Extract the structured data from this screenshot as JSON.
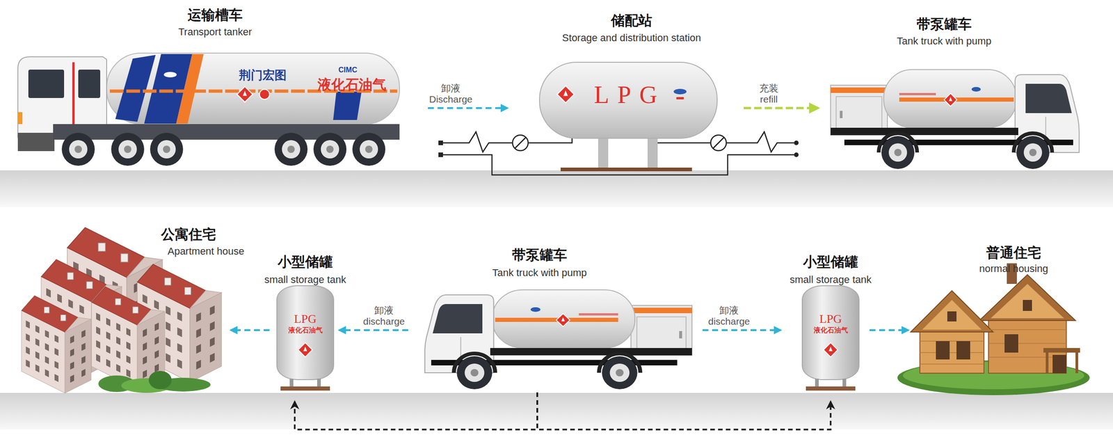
{
  "diagram": {
    "nodes": [
      {
        "text": [
          "运输槽车",
          "Transport tanker",
          "荆门宏图",
          "CIMC",
          "液化石油气"
        ]
      },
      {
        "text": [
          "储配站",
          "Storage and distribution station",
          "LPG"
        ]
      },
      {
        "text": [
          "带泵罐车",
          "Tank truck with pump"
        ]
      },
      {
        "text": [
          "公寓住宅",
          "Apartment house"
        ]
      },
      {
        "text": [
          "小型储罐",
          "small storage tank",
          "LPG",
          "液化石油气"
        ]
      },
      {
        "text": [
          "带泵罐车",
          "Tank truck with pump"
        ]
      },
      {
        "text": [
          "小型储罐",
          "small storage tank",
          "LPG",
          "液化石油气"
        ]
      },
      {
        "text": [
          "普通住宅",
          "normal housing"
        ]
      }
    ],
    "edges": [
      {
        "from": 0,
        "to": 1,
        "label": "卸液 Discharge",
        "arrow": "to"
      },
      {
        "from": 1,
        "to": 2,
        "label": "充装 refill",
        "arrow": "to"
      },
      {
        "from": 5,
        "to": 4,
        "label": "卸液 discharge",
        "arrow": "to"
      },
      {
        "from": 5,
        "to": 6,
        "label": "卸液 discharge",
        "arrow": "to"
      },
      {
        "from": 4,
        "to": 3,
        "arrow": "to"
      },
      {
        "from": 6,
        "to": 7,
        "arrow": "to"
      },
      {
        "from": 5,
        "to": 4,
        "arrow": "to"
      },
      {
        "from": 5,
        "to": 6,
        "arrow": "to"
      }
    ]
  }
}
